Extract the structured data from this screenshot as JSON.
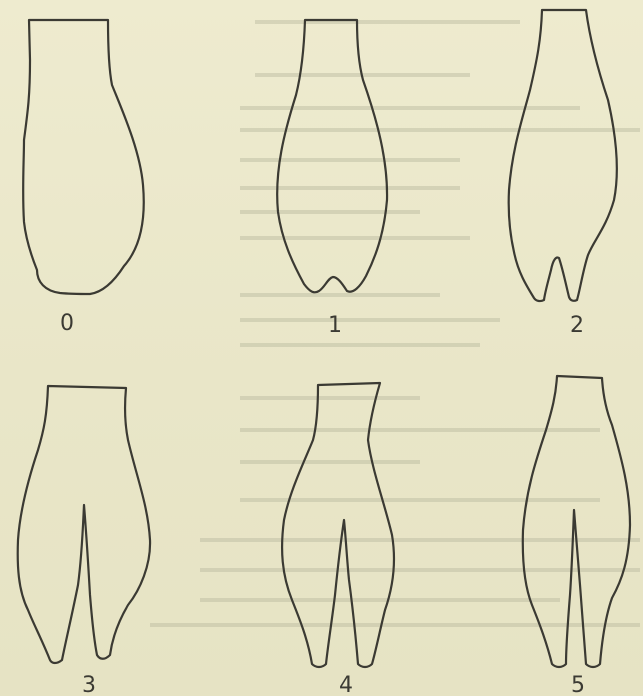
{
  "stages": [
    {
      "id": "stage-0",
      "label": "0"
    },
    {
      "id": "stage-1",
      "label": "1"
    },
    {
      "id": "stage-2",
      "label": "2"
    },
    {
      "id": "stage-3",
      "label": "3"
    },
    {
      "id": "stage-4",
      "label": "4"
    },
    {
      "id": "stage-5",
      "label": "5"
    }
  ],
  "colors": {
    "paper": "#ebe8cc",
    "ink": "#3b3a33"
  }
}
